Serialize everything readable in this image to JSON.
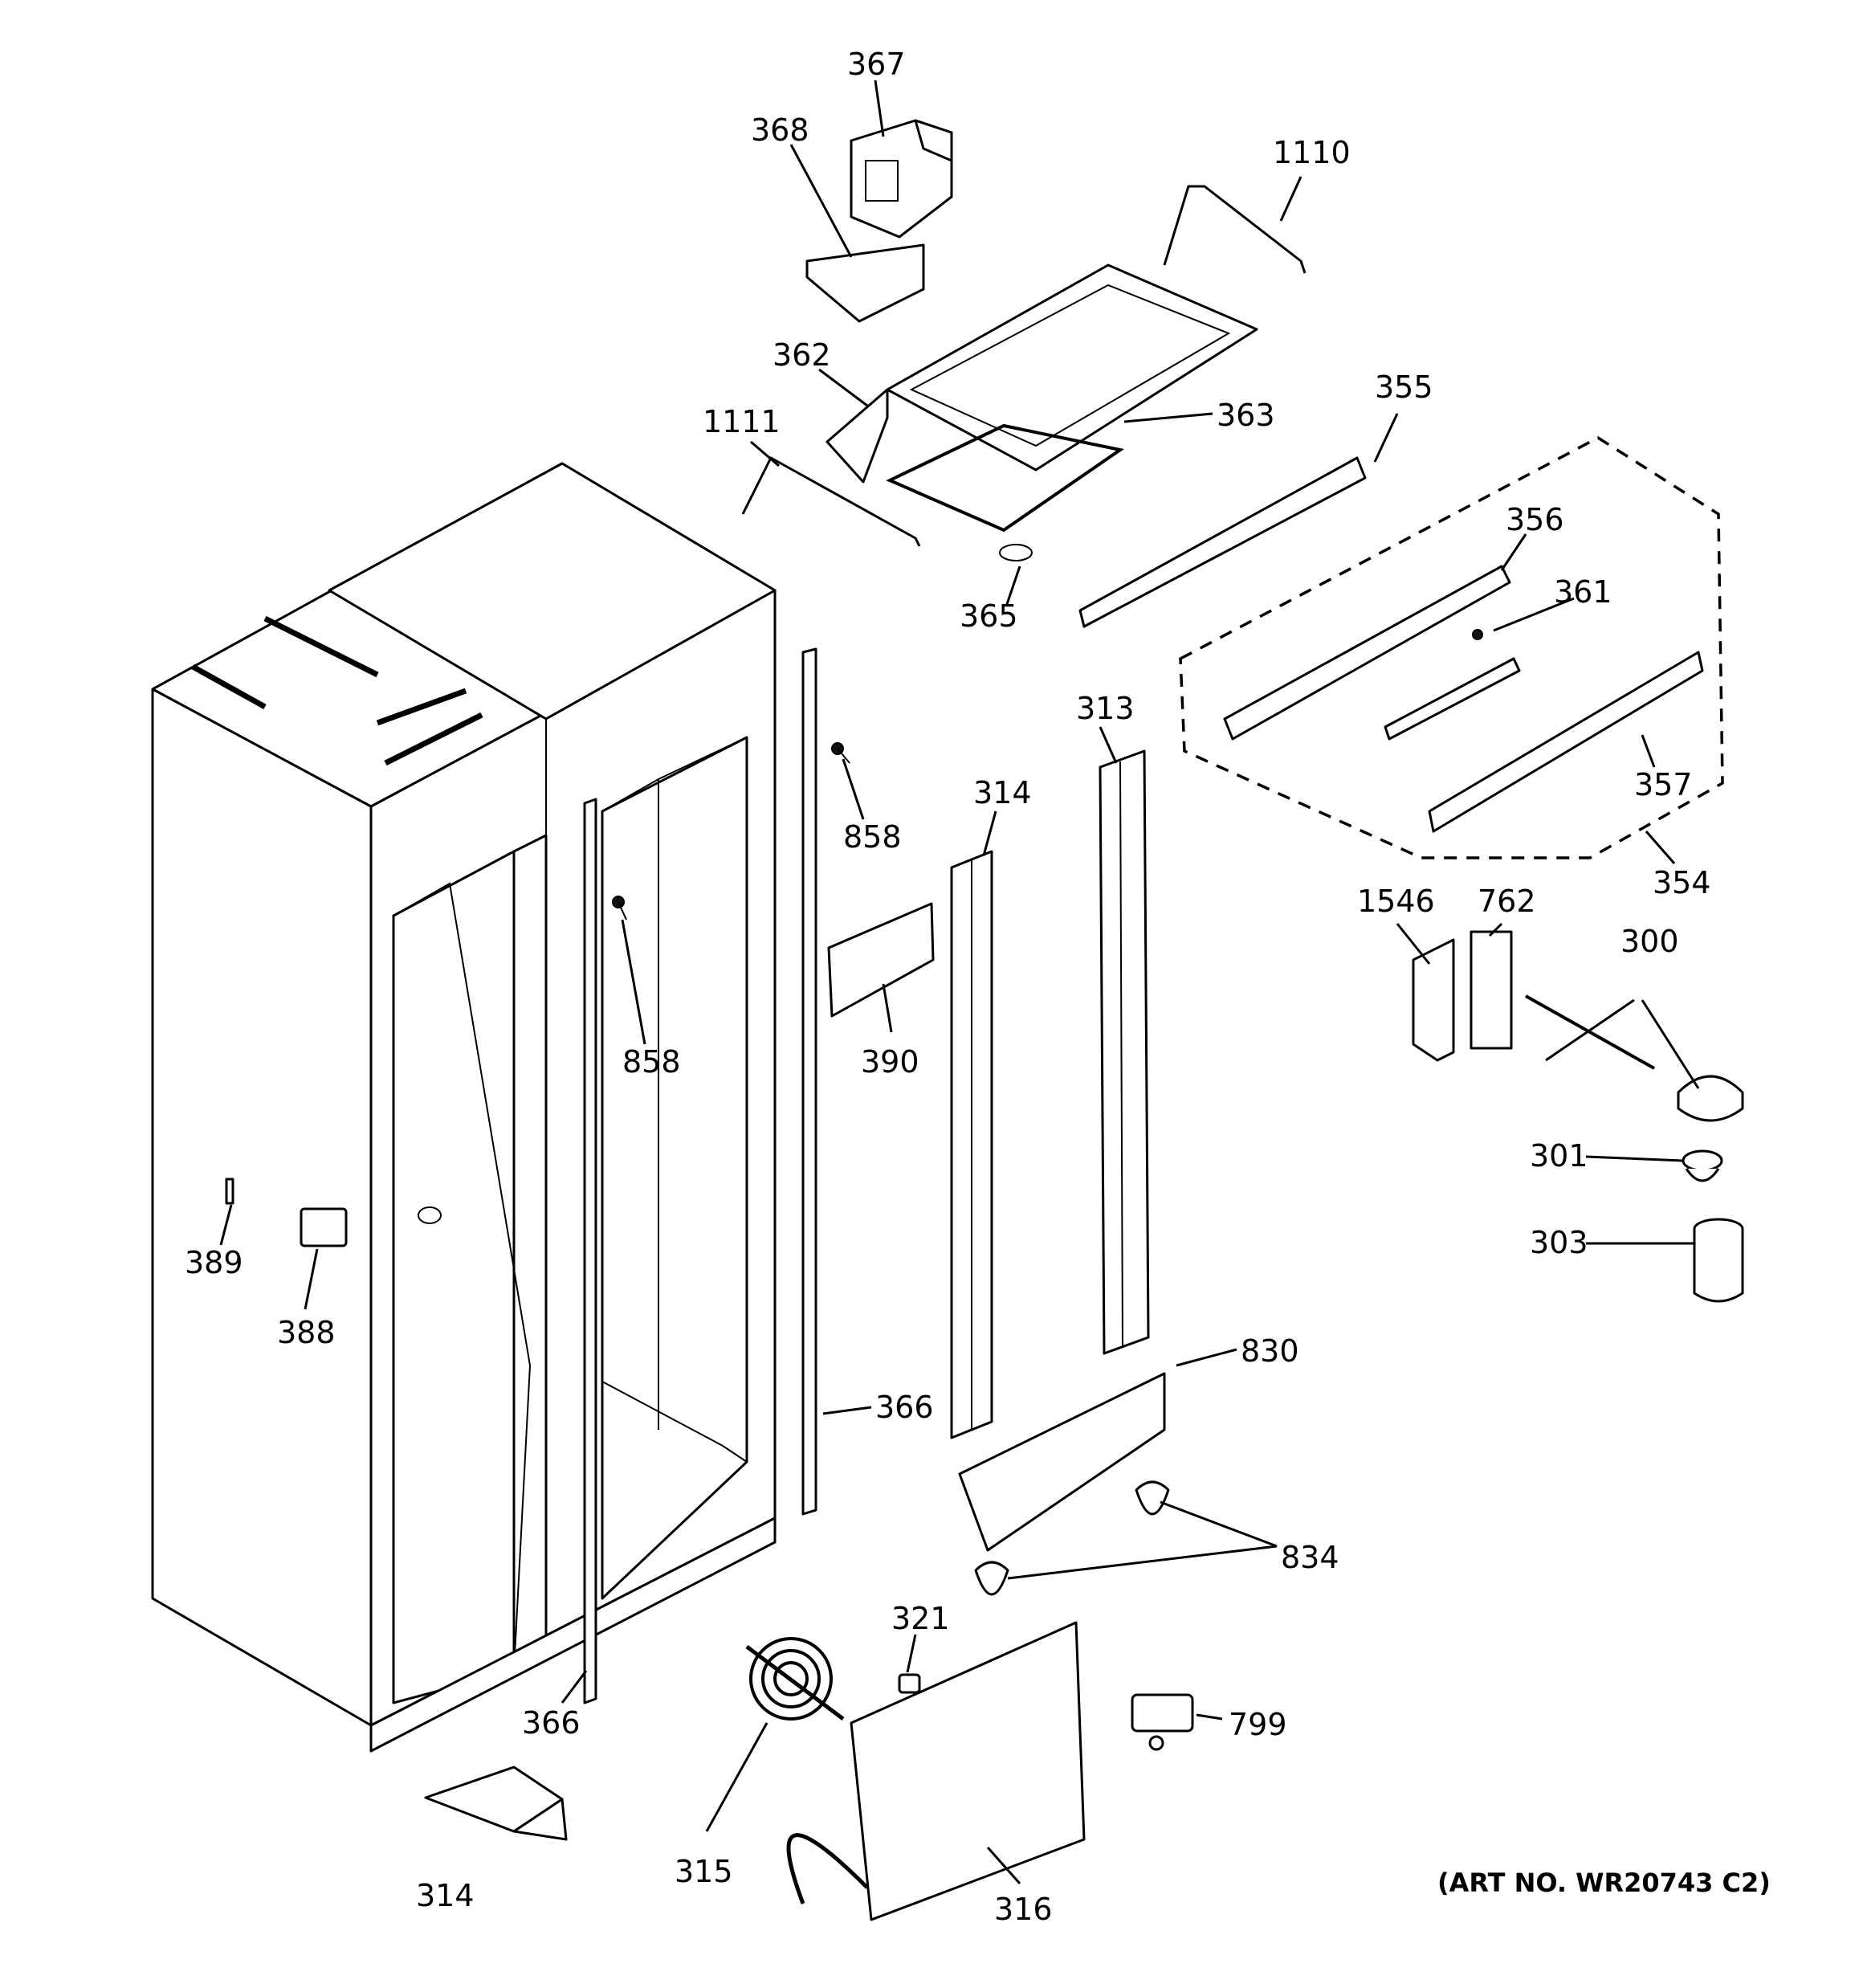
{
  "diagram": {
    "art_number": "(ART NO. WR20743 C2)",
    "callouts": [
      {
        "id": "367",
        "text": "367"
      },
      {
        "id": "368",
        "text": "368"
      },
      {
        "id": "1110",
        "text": "1110"
      },
      {
        "id": "362",
        "text": "362"
      },
      {
        "id": "363",
        "text": "363"
      },
      {
        "id": "1111",
        "text": "1111"
      },
      {
        "id": "355",
        "text": "355"
      },
      {
        "id": "356",
        "text": "356"
      },
      {
        "id": "361",
        "text": "361"
      },
      {
        "id": "365",
        "text": "365"
      },
      {
        "id": "313",
        "text": "313"
      },
      {
        "id": "314-upright",
        "text": "314"
      },
      {
        "id": "858-right",
        "text": "858"
      },
      {
        "id": "357",
        "text": "357"
      },
      {
        "id": "354",
        "text": "354"
      },
      {
        "id": "1546",
        "text": "1546"
      },
      {
        "id": "762",
        "text": "762"
      },
      {
        "id": "300",
        "text": "300"
      },
      {
        "id": "858-left",
        "text": "858"
      },
      {
        "id": "390",
        "text": "390"
      },
      {
        "id": "301",
        "text": "301"
      },
      {
        "id": "303",
        "text": "303"
      },
      {
        "id": "389",
        "text": "389"
      },
      {
        "id": "388",
        "text": "388"
      },
      {
        "id": "830",
        "text": "830"
      },
      {
        "id": "366-right",
        "text": "366"
      },
      {
        "id": "834",
        "text": "834"
      },
      {
        "id": "321",
        "text": "321"
      },
      {
        "id": "799",
        "text": "799"
      },
      {
        "id": "366-bottom",
        "text": "366"
      },
      {
        "id": "315",
        "text": "315"
      },
      {
        "id": "314-bottom",
        "text": "314"
      },
      {
        "id": "316",
        "text": "316"
      }
    ]
  }
}
